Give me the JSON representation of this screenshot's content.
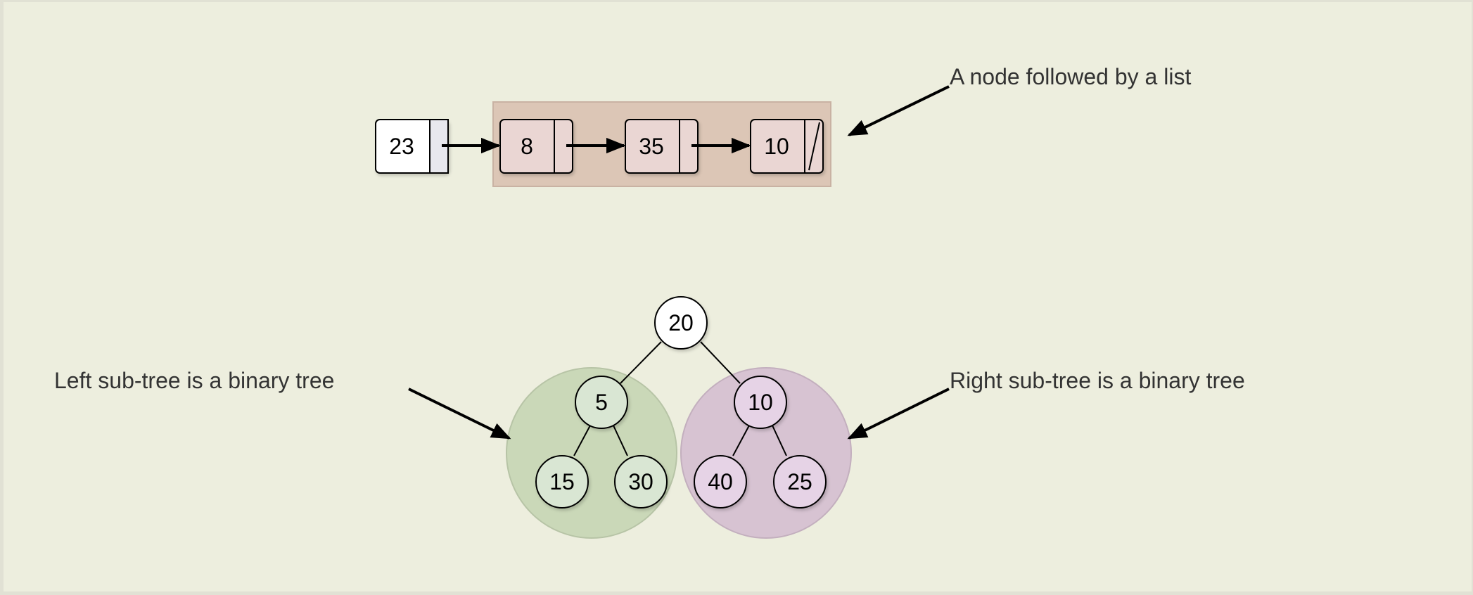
{
  "colors": {
    "background": "#edeede",
    "frame": "#e1e1d4",
    "list_group_fill": "#dcc6b6",
    "list_node_fill": "#ead6d3",
    "head_node_fill": "#ffffff",
    "left_group_fill": "#cad8b8",
    "left_node_fill": "#d9e6d3",
    "right_group_fill": "#d7c3d2",
    "right_node_fill": "#e6d3e6",
    "stroke": "#000000",
    "text": "#333333"
  },
  "annotations": {
    "list": "A node followed by a list",
    "left_tree": "Left sub-tree is a binary tree",
    "right_tree": "Right sub-tree is a binary tree"
  },
  "linked_list": {
    "head": "23",
    "rest": [
      "8",
      "35",
      "10"
    ],
    "last_is_null": true
  },
  "tree": {
    "root": "20",
    "left": {
      "root": "5",
      "children": [
        "15",
        "30"
      ]
    },
    "right": {
      "root": "10",
      "children": [
        "40",
        "25"
      ]
    }
  }
}
